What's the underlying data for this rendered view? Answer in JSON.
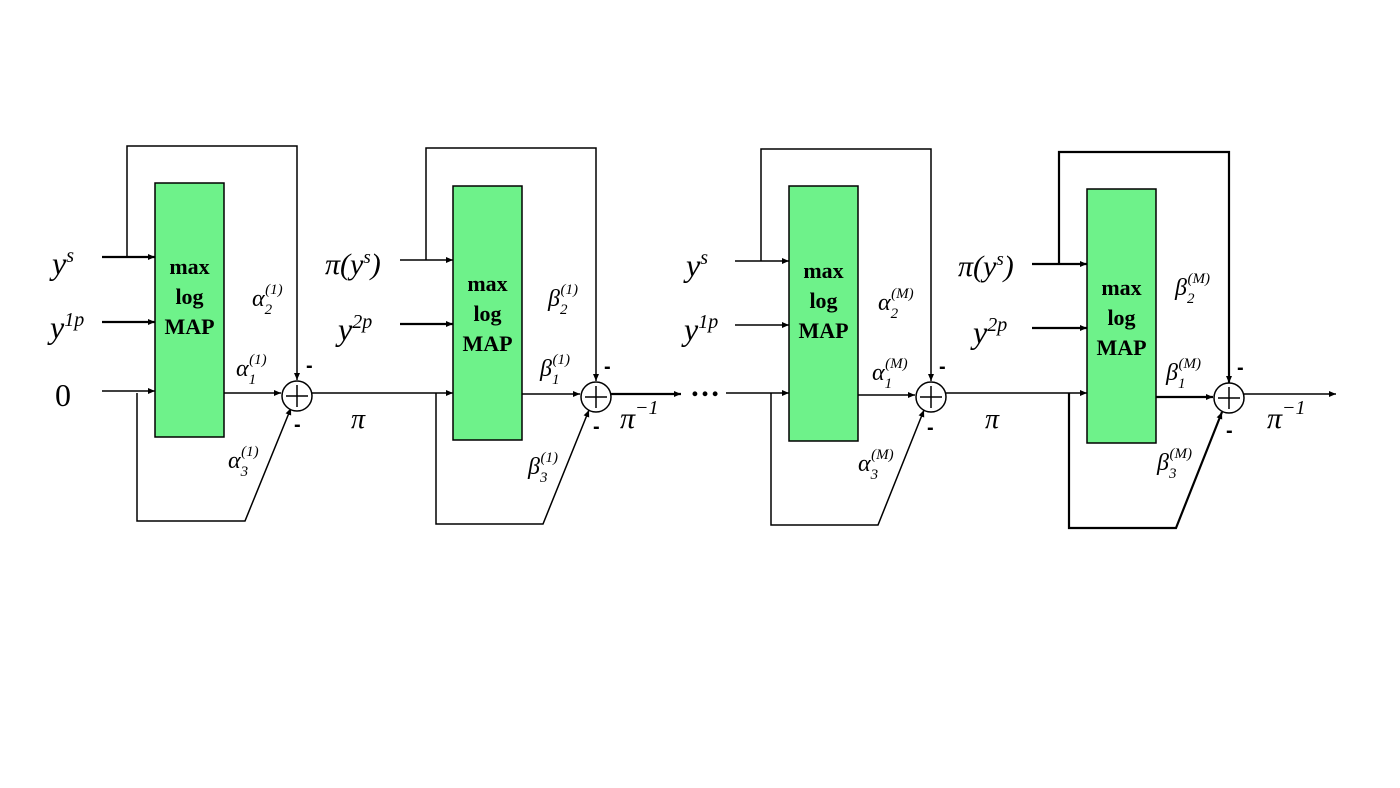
{
  "stages": [
    {
      "id": "stage-1",
      "box_lines": [
        "max",
        "log",
        "MAP"
      ],
      "inputs": [
        {
          "base": "y",
          "sup": "s"
        },
        {
          "base": "y",
          "sup": "1p"
        },
        {
          "base": "0",
          "sup": ""
        }
      ],
      "ext_top": {
        "sym": "α",
        "sub": "2",
        "sup": "(1)"
      },
      "ext_mid": {
        "sym": "α",
        "sub": "1",
        "sup": "(1)"
      },
      "ext_bot": {
        "sym": "α",
        "sub": "3",
        "sup": "(1)"
      },
      "out_label": "π"
    },
    {
      "id": "stage-2",
      "box_lines": [
        "max",
        "log",
        "MAP"
      ],
      "inputs": [
        {
          "base": "π(y",
          "sup": "s",
          "close": ")"
        },
        {
          "base": "y",
          "sup": "2p"
        }
      ],
      "ext_top": {
        "sym": "β",
        "sub": "2",
        "sup": "(1)"
      },
      "ext_mid": {
        "sym": "β",
        "sub": "1",
        "sup": "(1)"
      },
      "ext_bot": {
        "sym": "β",
        "sub": "3",
        "sup": "(1)"
      },
      "out_label": "π",
      "out_sup": "−1"
    },
    {
      "id": "stage-3",
      "box_lines": [
        "max",
        "log",
        "MAP"
      ],
      "inputs": [
        {
          "base": "y",
          "sup": "s"
        },
        {
          "base": "y",
          "sup": "1p"
        }
      ],
      "ext_top": {
        "sym": "α",
        "sub": "2",
        "sup": "(M)"
      },
      "ext_mid": {
        "sym": "α",
        "sub": "1",
        "sup": "(M)"
      },
      "ext_bot": {
        "sym": "α",
        "sub": "3",
        "sup": "(M)"
      },
      "out_label": "π"
    },
    {
      "id": "stage-4",
      "box_lines": [
        "max",
        "log",
        "MAP"
      ],
      "inputs": [
        {
          "base": "π(y",
          "sup": "s",
          "close": ")"
        },
        {
          "base": "y",
          "sup": "2p"
        }
      ],
      "ext_top": {
        "sym": "β",
        "sub": "2",
        "sup": "(M)"
      },
      "ext_mid": {
        "sym": "β",
        "sub": "1",
        "sup": "(M)"
      },
      "ext_bot": {
        "sym": "β",
        "sub": "3",
        "sup": "(M)"
      },
      "out_label": "π",
      "out_sup": "−1"
    }
  ],
  "ellipsis": "…",
  "minus_sign": "-",
  "adder_symbol": "+",
  "colors": {
    "box_fill": "#6ef28a",
    "line": "#000000"
  }
}
